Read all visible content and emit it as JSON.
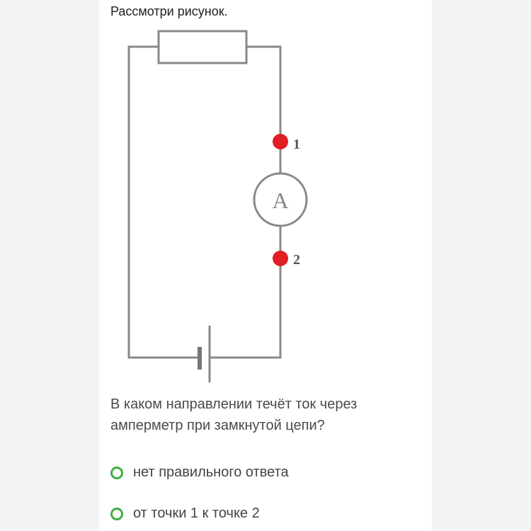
{
  "prompt": "Рассмотри рисунок.",
  "diagram": {
    "ammeter_label": "A",
    "point_1_label": "1",
    "point_2_label": "2",
    "wire_color": "#888888",
    "point_color": "#e21d24"
  },
  "question": "В каком направлении течёт ток через амперметр при замкнутой цепи?",
  "options": [
    {
      "label": "нет правильного ответа"
    },
    {
      "label": "от точки 1 к точке 2"
    }
  ],
  "accent_color": "#3cb043"
}
